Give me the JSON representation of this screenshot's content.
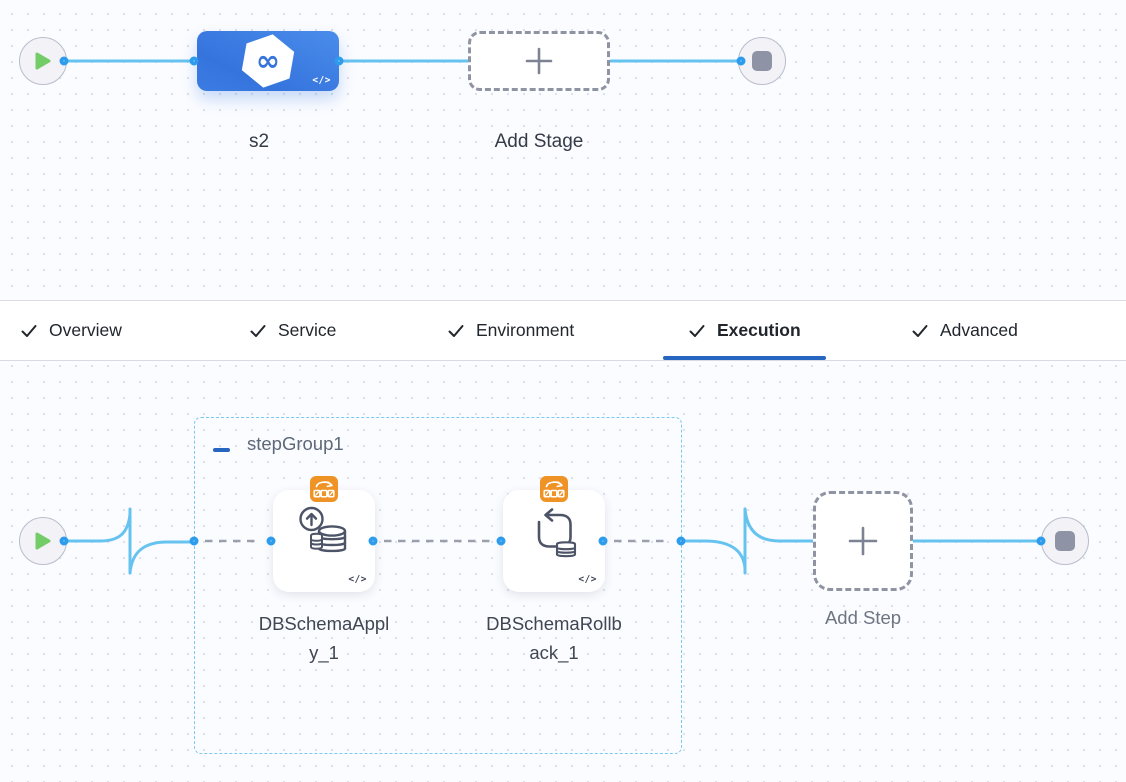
{
  "colors": {
    "canvas_bg": "#fbfcff",
    "dot": "#dde1ea",
    "line_blue": "#66c3f0",
    "port_blue": "#2d9cec",
    "stage_blue": "#3a7de2",
    "underline_blue": "#2665c0",
    "group_border": "#7cc8f0",
    "orange": "#f09326",
    "play_green": "#74cc68",
    "dashed_gray": "#9aa0ab"
  },
  "code_label": "</>",
  "stage_canvas": {
    "stage_label": "s2",
    "add_stage_label": "Add Stage"
  },
  "tabs": {
    "items": [
      {
        "label": "Overview",
        "checked": true,
        "active": false
      },
      {
        "label": "Service",
        "checked": true,
        "active": false
      },
      {
        "label": "Environment",
        "checked": true,
        "active": false
      },
      {
        "label": "Execution",
        "checked": true,
        "active": true
      },
      {
        "label": "Advanced",
        "checked": true,
        "active": false
      }
    ]
  },
  "execution_canvas": {
    "step_group_label": "stepGroup1",
    "steps": [
      {
        "lines": [
          "DBSchemaAppl",
          "y_1"
        ]
      },
      {
        "lines": [
          "DBSchemaRollb",
          "ack_1"
        ]
      }
    ],
    "add_step_label": "Add Step"
  }
}
